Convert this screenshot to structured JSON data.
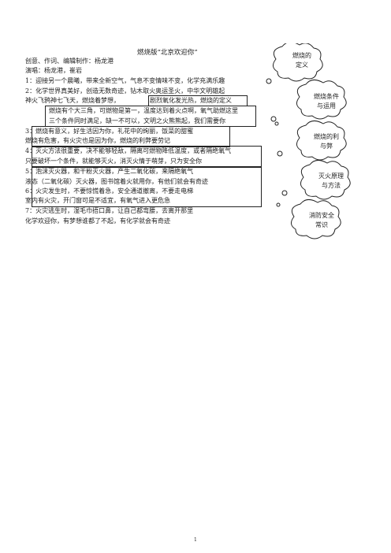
{
  "title": "燃烧版“北京欢迎你”",
  "credits": {
    "creator": "创意、作词、编辑制作：杨龙港",
    "singers": "演唱：杨龙港，崔岩"
  },
  "lines": [
    "1：迎接另一个晨曦，带来全新空气，气息不变情味不变，化学充满乐趣",
    "2：化学世界真美好，创造无数奇迹，钻木取火奥运圣火，中华文明雄起",
    "    神火飞鸦神七飞天，燃烧着梦想，",
    "剧烈氧化发光热，燃烧的定义",
    "燃烧有个大三角，可燃物是第一，温度达到着火点啊，氧气助燃这里",
    "三个条件同时满足，缺一不可以，文明之火熊熊起，我们需要你",
    "3：燃烧有意义，好生活因为你，礼花中的绚丽，饭菜的甜蜜",
    "    燃烧有危害，有火灾也是因为你，燃烧的利弊要劳记",
    "4：灭火方法很重要，决不能够轻敌，隔离可燃物降低温度，或者隔绝氧气",
    "    只要破坏一个条件，就能够灭火，消灭火情于萌芽，只为安全你",
    "5：泡沫灭火器，和干粉灭火器，产生二氧化碳，来隔绝氧气",
    "    液态（二氧化碳）灭火器，图书馆着火就用你，有他们就会有奇迹",
    "6：火灾发生时，不要惊慌着急，安全通道撤离，不要走电梯",
    "    室内有火灾，开门窗可是不适宜，有氧气进入更危急",
    "7：火灾逃生时，湿毛巾捂口鼻，让自己都弯腰，去离开那里",
    "    化学欢迎你，有梦想谁都了不起，有化学就会有奇迹"
  ],
  "callouts": [
    "燃烧的\n定义",
    "燃烧条件\n与运用",
    "燃烧的利\n与弊",
    "灭火原理\n与方法",
    "消防安全\n常识"
  ],
  "page_number": "1"
}
